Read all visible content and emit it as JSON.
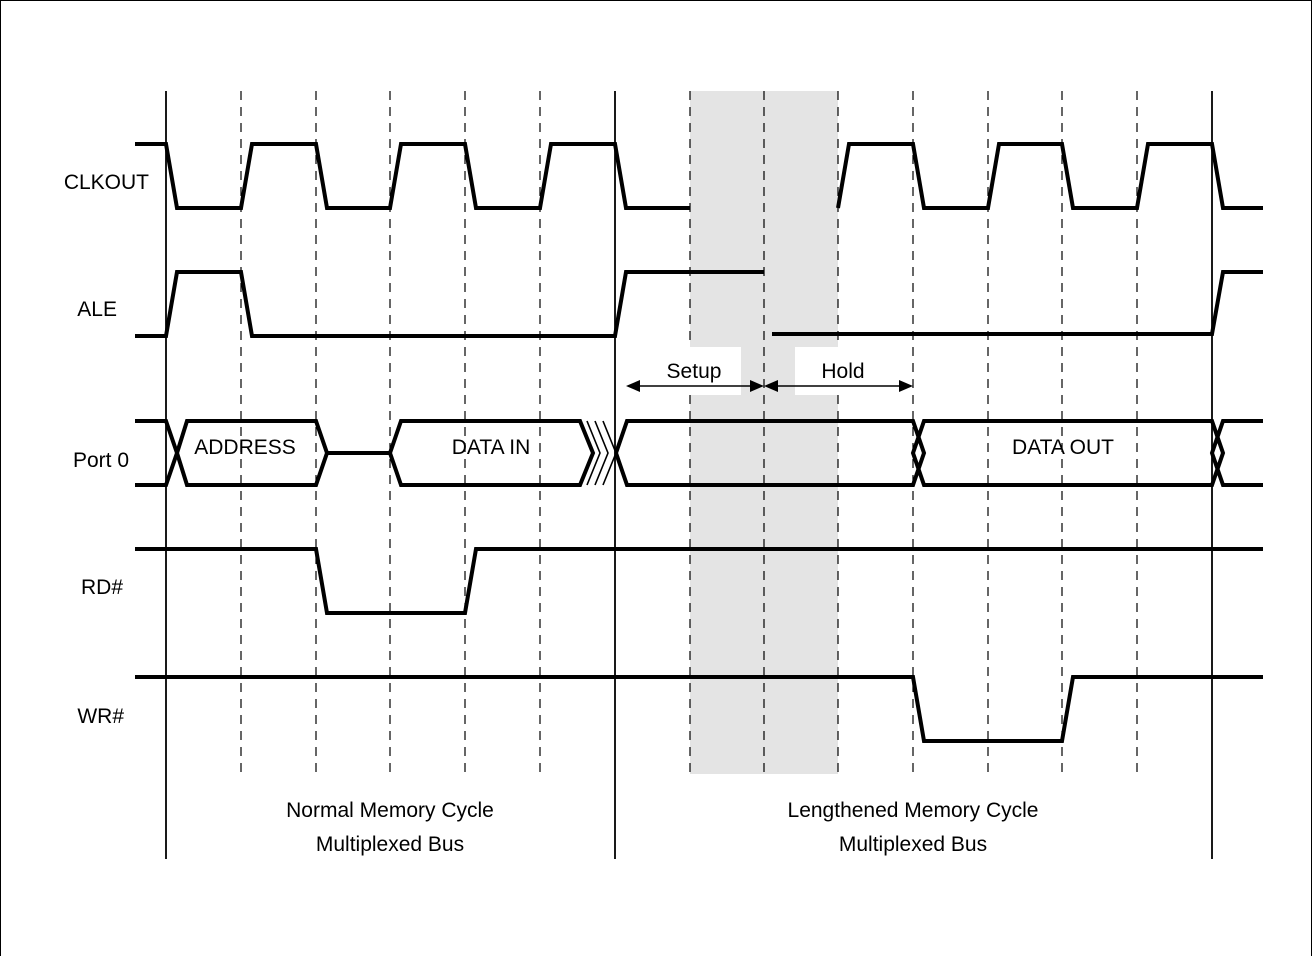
{
  "signals": {
    "clkout": "CLKOUT",
    "ale": "ALE",
    "port0": "Port 0",
    "rd": "RD#",
    "wr": "WR#"
  },
  "bus_labels": {
    "address": "ADDRESS",
    "data_in": "DATA IN",
    "data_out": "DATA OUT"
  },
  "annotations": {
    "setup": "Setup",
    "hold": "Hold"
  },
  "captions": {
    "normal_line1": "Normal Memory Cycle",
    "normal_line2": "Multiplexed Bus",
    "lengthened_line1": "Lengthened Memory Cycle",
    "lengthened_line2": "Multiplexed Bus"
  },
  "colors": {
    "stroke": "#000000",
    "highlight": "#e4e4e4",
    "background": "#ffffff"
  }
}
